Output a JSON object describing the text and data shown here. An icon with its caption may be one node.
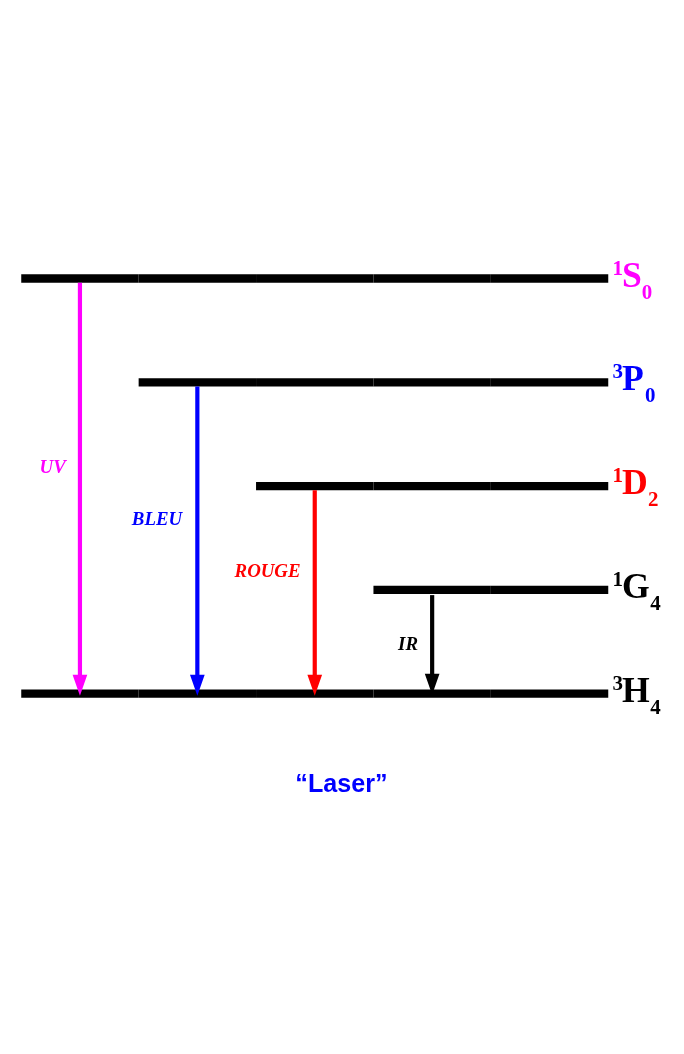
{
  "diagram": {
    "nodes": [
      {
        "text": [
          "$^{1}$S$_{0}$"
        ]
      },
      {
        "text": [
          "$^{3}$P$_{0}$"
        ]
      },
      {
        "text": [
          "$^{1}$D$_{2}$"
        ]
      },
      {
        "text": [
          "$^{1}$G$_{4}$"
        ]
      },
      {
        "text": [
          "$^{3}$H$_{4}$"
        ]
      }
    ],
    "edges": [
      {
        "from": 0,
        "to": 4,
        "arrow": "to",
        "label": "UV",
        "color": "#ff00ff"
      },
      {
        "from": 1,
        "to": 4,
        "arrow": "to",
        "label": "BLEU",
        "color": "#0000ff"
      },
      {
        "from": 2,
        "to": 4,
        "arrow": "to",
        "label": "ROUGE",
        "color": "#ff0000"
      },
      {
        "from": 3,
        "to": 4,
        "arrow": "to",
        "label": "IR",
        "color": "#000000"
      }
    ],
    "labels": [
      "“Laser”"
    ]
  }
}
